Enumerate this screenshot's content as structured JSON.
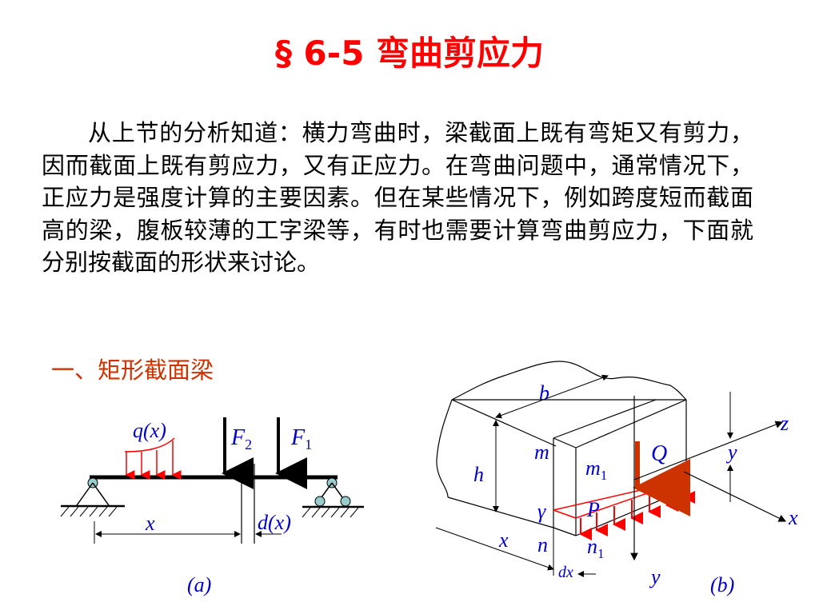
{
  "title": "§ 6-5  弯曲剪应力",
  "paragraph": "从上节的分析知道：横力弯曲时，梁截面上既有弯矩又有剪力，因而截面上既有剪应力，又有正应力。在弯曲问题中，通常情况下，正应力是强度计算的主要因素。但在某些情况下，例如跨度短而截面高的梁，腹板较薄的工字梁等，有时也需要计算弯曲剪应力，下面就分别按截面的形状来讨论。",
  "section_heading": "一、矩形截面梁",
  "figure_a": {
    "load_label": "q(x)",
    "force2": "F",
    "force2_sub": "2",
    "force1": "F",
    "force1_sub": "1",
    "x_label": "x",
    "dx_label": "d(x)",
    "caption": "(a)"
  },
  "figure_b": {
    "b": "b",
    "h": "h",
    "m": "m",
    "m1": "m",
    "m1_sub": "1",
    "Q": "Q",
    "gamma": "γ",
    "P": "P",
    "x_bottom": "x",
    "n": "n",
    "n1": "n",
    "n1_sub": "1",
    "dx": "dx",
    "y_axis": "y",
    "y_dim": "y",
    "z_axis": "z",
    "x_axis": "x",
    "caption": "(b)"
  },
  "colors": {
    "title": "#ff0000",
    "section": "#cc3300",
    "labels": "#0000cc",
    "arrows": "#ff0000",
    "force": "#cc3300"
  }
}
